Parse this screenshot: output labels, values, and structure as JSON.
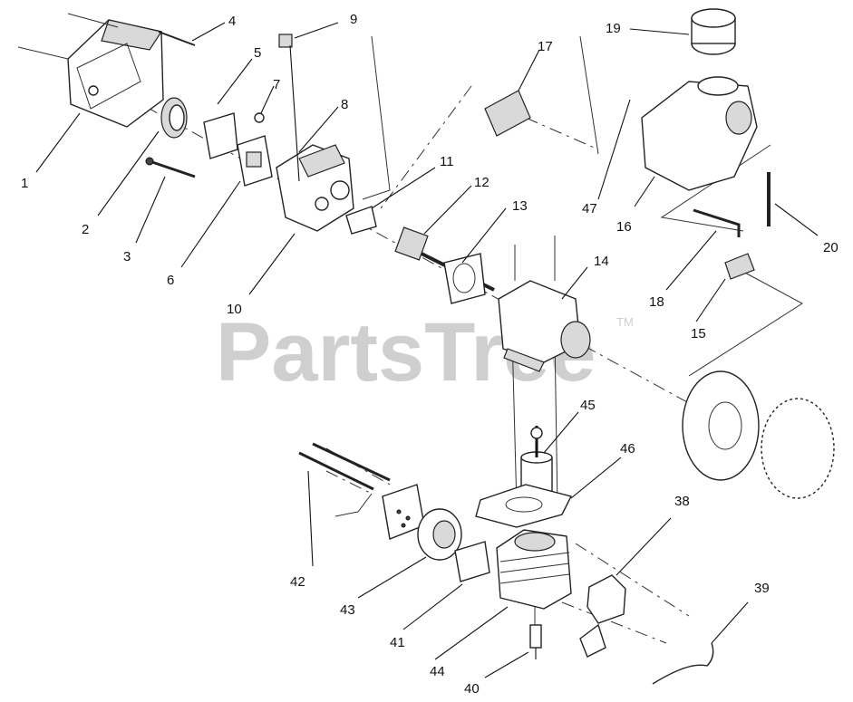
{
  "watermark": {
    "text": "PartsTree",
    "tm": "TM"
  },
  "callouts": [
    {
      "id": "c1",
      "label": "1"
    },
    {
      "id": "c2",
      "label": "2"
    },
    {
      "id": "c3",
      "label": "3"
    },
    {
      "id": "c4",
      "label": "4"
    },
    {
      "id": "c5",
      "label": "5"
    },
    {
      "id": "c6",
      "label": "6"
    },
    {
      "id": "c7",
      "label": "7"
    },
    {
      "id": "c8",
      "label": "8"
    },
    {
      "id": "c9",
      "label": "9"
    },
    {
      "id": "c10",
      "label": "10"
    },
    {
      "id": "c11",
      "label": "11"
    },
    {
      "id": "c12",
      "label": "12"
    },
    {
      "id": "c13",
      "label": "13"
    },
    {
      "id": "c14",
      "label": "14"
    },
    {
      "id": "c15",
      "label": "15"
    },
    {
      "id": "c16",
      "label": "16"
    },
    {
      "id": "c17",
      "label": "17"
    },
    {
      "id": "c18",
      "label": "18"
    },
    {
      "id": "c19",
      "label": "19"
    },
    {
      "id": "c20",
      "label": "20"
    },
    {
      "id": "c38",
      "label": "38"
    },
    {
      "id": "c39",
      "label": "39"
    },
    {
      "id": "c40",
      "label": "40"
    },
    {
      "id": "c41",
      "label": "41"
    },
    {
      "id": "c42",
      "label": "42"
    },
    {
      "id": "c43",
      "label": "43"
    },
    {
      "id": "c44",
      "label": "44"
    },
    {
      "id": "c45",
      "label": "45"
    },
    {
      "id": "c46",
      "label": "46"
    },
    {
      "id": "c47",
      "label": "47"
    }
  ]
}
